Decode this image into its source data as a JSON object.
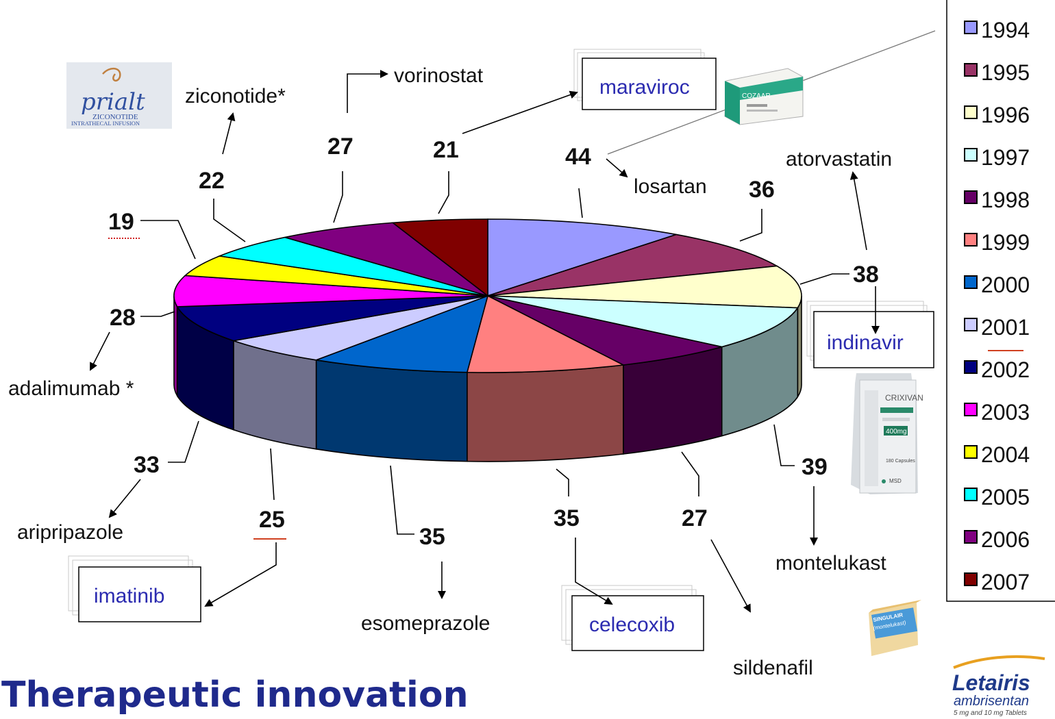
{
  "title": "Therapeutic innovation",
  "chart_data": {
    "type": "pie",
    "style": "3d-exploded-disc",
    "slices": [
      {
        "year": "1994",
        "value": 44,
        "drug": "losartan",
        "color": "#9999ff"
      },
      {
        "year": "1995",
        "value": 36,
        "drug": "atorvastatin",
        "color": "#993366"
      },
      {
        "year": "1996",
        "value": 38,
        "drug": "indinavir",
        "color": "#ffffcc"
      },
      {
        "year": "1997",
        "value": 39,
        "drug": "montelukast",
        "color": "#ccffff"
      },
      {
        "year": "1998",
        "value": 27,
        "drug": "sildenafil",
        "color": "#660066"
      },
      {
        "year": "1999",
        "value": 35,
        "drug": "celecoxib",
        "color": "#ff8080"
      },
      {
        "year": "2000",
        "value": 35,
        "drug": "esomeprazole",
        "color": "#0066cc"
      },
      {
        "year": "2001",
        "value": 25,
        "drug": "imatinib",
        "color": "#ccccff"
      },
      {
        "year": "2002",
        "value": 33,
        "drug": "aripripazole",
        "color": "#000080"
      },
      {
        "year": "2003",
        "value": 28,
        "drug": "adalimumab *",
        "color": "#ff00ff"
      },
      {
        "year": "2004",
        "value": 19,
        "drug": "",
        "color": "#ffff00"
      },
      {
        "year": "2005",
        "value": 22,
        "drug": "ziconotide*",
        "color": "#00ffff"
      },
      {
        "year": "2006",
        "value": 27,
        "drug": "vorinostat",
        "color": "#800080"
      },
      {
        "year": "2007",
        "value": 21,
        "drug": "maraviroc",
        "color": "#800000"
      }
    ],
    "legend_position": "right"
  },
  "product_images": {
    "prialt": {
      "brand": "prialt",
      "line1": "ZICONOTIDE",
      "line2": "INTRATHECAL INFUSION"
    },
    "cozaar": {
      "brand": "COZAAR"
    },
    "crixivan": {
      "brand": "CRIXIVAN",
      "dose": "400mg",
      "count": "180 Capsules",
      "maker": "MSD"
    },
    "singulair": {
      "brand": "SINGULAIR",
      "generic": "(montelukast)"
    },
    "letairis": {
      "brand": "Letairis",
      "generic": "ambrisentan",
      "dose": "5 mg and 10 mg Tablets"
    }
  },
  "colors": {
    "title": "#1f2a8c",
    "boxed_text": "#2b2bb0"
  }
}
